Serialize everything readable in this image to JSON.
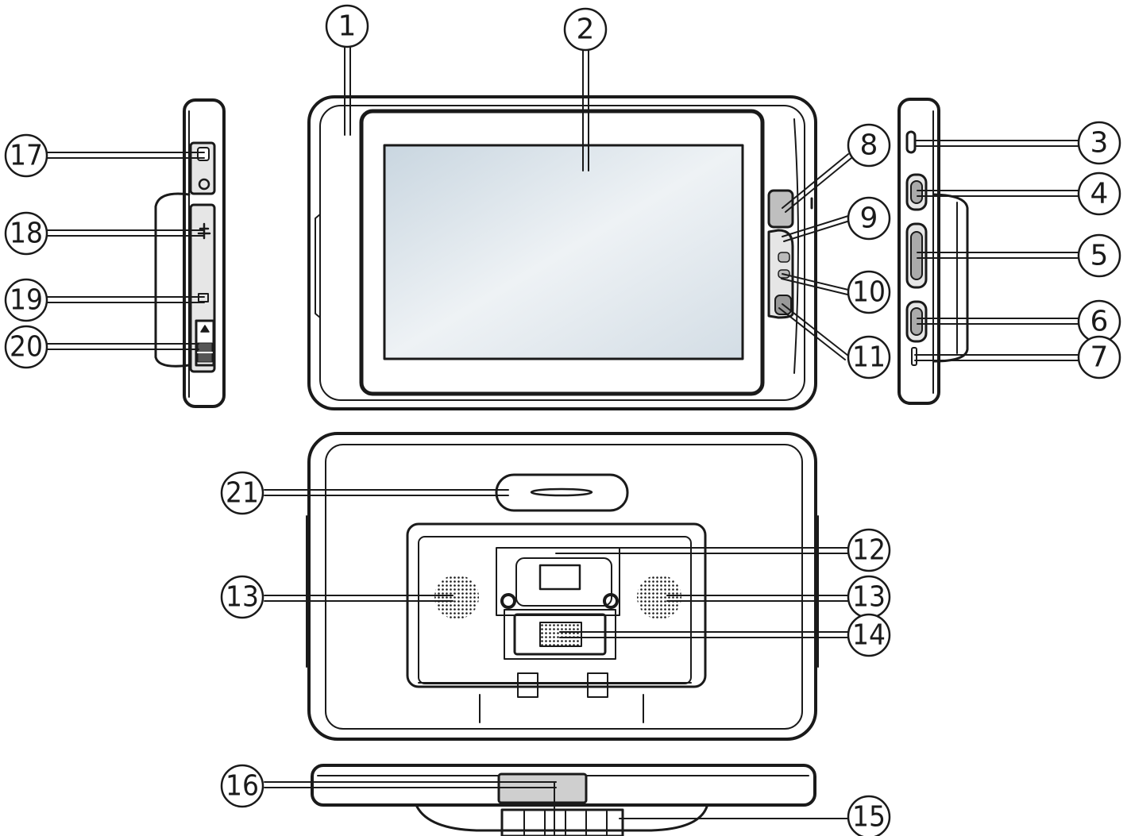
{
  "diagram": {
    "callouts": [
      {
        "id": "1",
        "label": "1"
      },
      {
        "id": "2",
        "label": "2"
      },
      {
        "id": "3",
        "label": "3"
      },
      {
        "id": "4",
        "label": "4"
      },
      {
        "id": "5",
        "label": "5"
      },
      {
        "id": "6",
        "label": "6"
      },
      {
        "id": "7",
        "label": "7"
      },
      {
        "id": "8",
        "label": "8"
      },
      {
        "id": "9",
        "label": "9"
      },
      {
        "id": "10",
        "label": "10"
      },
      {
        "id": "11",
        "label": "11"
      },
      {
        "id": "12",
        "label": "12"
      },
      {
        "id": "13a",
        "label": "13"
      },
      {
        "id": "13b",
        "label": "13"
      },
      {
        "id": "14",
        "label": "14"
      },
      {
        "id": "15",
        "label": "15"
      },
      {
        "id": "16",
        "label": "16"
      },
      {
        "id": "17",
        "label": "17"
      },
      {
        "id": "18",
        "label": "18"
      },
      {
        "id": "19",
        "label": "19"
      },
      {
        "id": "20",
        "label": "20"
      },
      {
        "id": "21",
        "label": "21"
      }
    ],
    "colors": {
      "line": "#1a1a1a",
      "screen_gradient_start": "#c9d6e0",
      "screen_gradient_end": "#f2f5f7"
    }
  }
}
